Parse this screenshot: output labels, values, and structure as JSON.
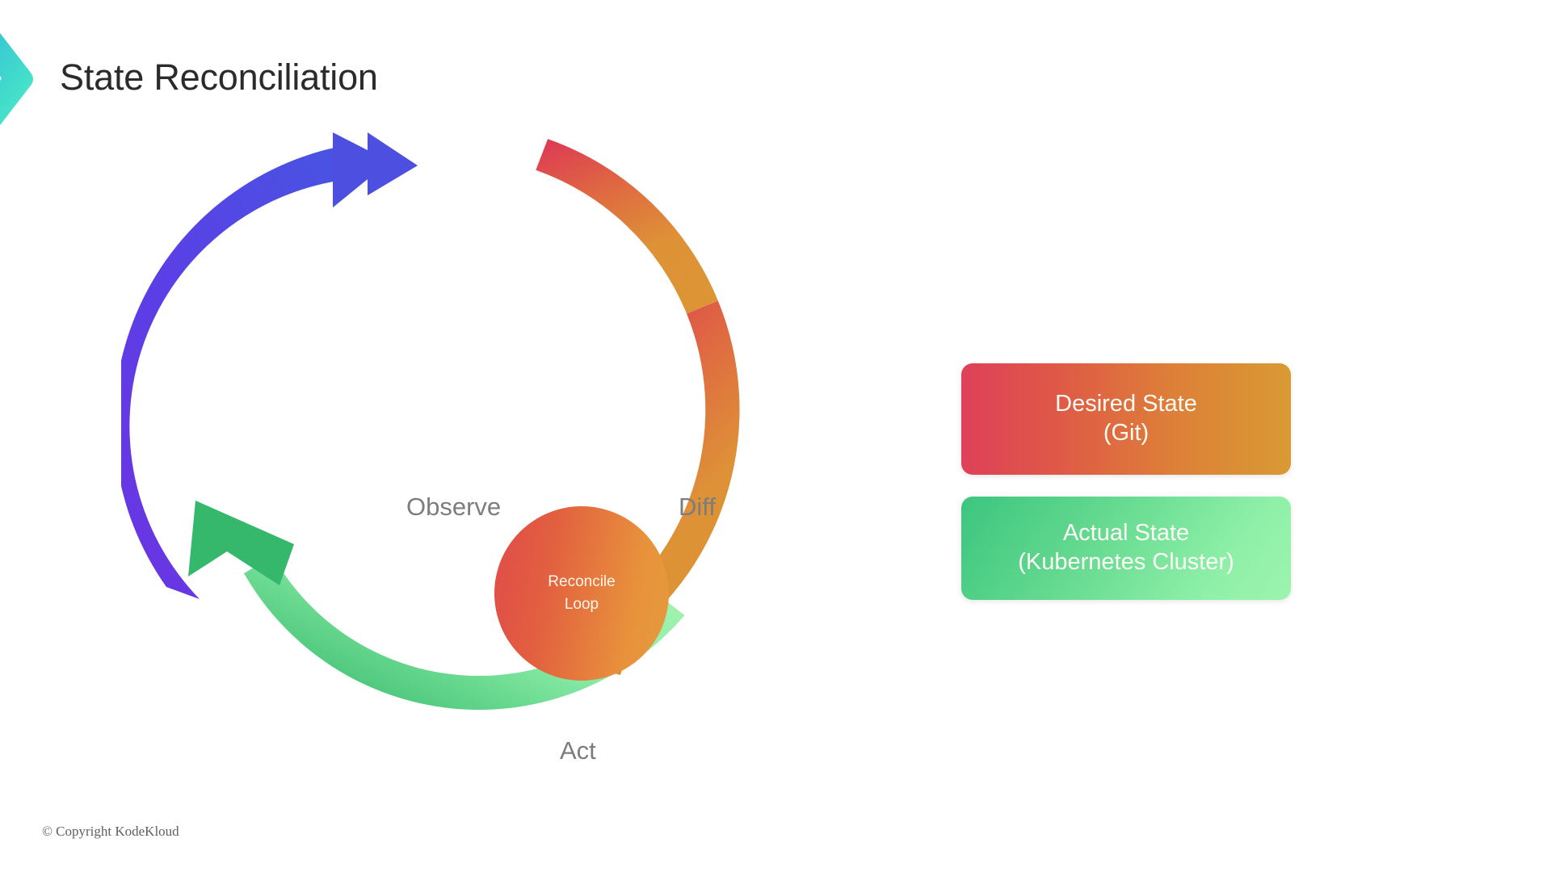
{
  "slide": {
    "title": "State Reconciliation",
    "background_color": "#ffffff",
    "copyright": "© Copyright KodeKloud"
  },
  "brand": {
    "logo_icon": "chevron-right-icon",
    "gradient_from": "#2fb8d4",
    "gradient_to": "#4ae6c8"
  },
  "diagram": {
    "type": "cycle",
    "center": {
      "line1": "Reconcile",
      "line2": "Loop",
      "gradient_from": "#e04a4a",
      "gradient_to": "#e49a3c"
    },
    "stages": [
      {
        "label": "Diff",
        "arc_color_from": "#de3f55",
        "arc_color_to": "#dd8f35",
        "direction": "clockwise-top-right"
      },
      {
        "label": "Act",
        "arc_color_from": "#9ef3ad",
        "arc_color_to": "#33b86a",
        "direction": "counter-bottom"
      },
      {
        "label": "Observe",
        "arc_color_from": "#6f46e8",
        "arc_color_to": "#4c4fe0",
        "direction": "up-left"
      }
    ]
  },
  "states": {
    "desired": {
      "line1": "Desired State",
      "line2": "(Git)",
      "gradient_from": "#de4059",
      "gradient_to": "#d99a33"
    },
    "actual": {
      "line1": "Actual State",
      "line2": "(Kubernetes Cluster)",
      "gradient_from": "#3cc57f",
      "gradient_to": "#9cf4ad"
    }
  }
}
